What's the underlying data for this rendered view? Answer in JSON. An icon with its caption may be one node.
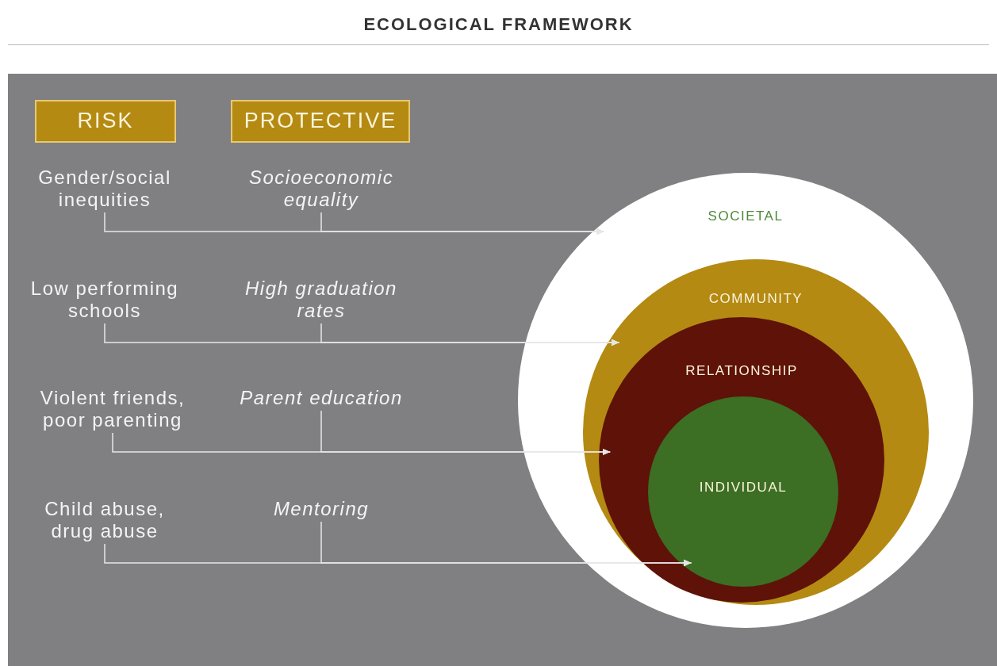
{
  "diagram": {
    "title": "ECOLOGICAL FRAMEWORK",
    "nodes": [
      {
        "text": [
          "RISK"
        ]
      },
      {
        "text": [
          "PROTECTIVE"
        ]
      },
      {
        "text": [
          "Gender/social inequities"
        ]
      },
      {
        "text": [
          "Socioeconomic equality"
        ]
      },
      {
        "text": [
          "Low performing schools"
        ]
      },
      {
        "text": [
          "High graduation rates"
        ]
      },
      {
        "text": [
          "Violent friends, poor parenting"
        ]
      },
      {
        "text": [
          "Parent education"
        ]
      },
      {
        "text": [
          "Child abuse, drug abuse"
        ]
      },
      {
        "text": [
          "Mentoring"
        ]
      },
      {
        "text": [
          "SOCIETAL"
        ]
      },
      {
        "text": [
          "COMMUNITY"
        ],
        "in": 10
      },
      {
        "text": [
          "RELATIONSHIP"
        ],
        "in": 11
      },
      {
        "text": [
          "INDIVIDUAL"
        ],
        "in": 12
      }
    ],
    "edges": [
      {
        "from": 2,
        "to": 10,
        "arrow": "to"
      },
      {
        "from": 3,
        "to": 10,
        "arrow": "to"
      },
      {
        "from": 4,
        "to": 11,
        "arrow": "to"
      },
      {
        "from": 5,
        "to": 11,
        "arrow": "to"
      },
      {
        "from": 6,
        "to": 12,
        "arrow": "to"
      },
      {
        "from": 7,
        "to": 12,
        "arrow": "to"
      },
      {
        "from": 8,
        "to": 13,
        "arrow": "to"
      },
      {
        "from": 9,
        "to": 13,
        "arrow": "to"
      }
    ]
  }
}
